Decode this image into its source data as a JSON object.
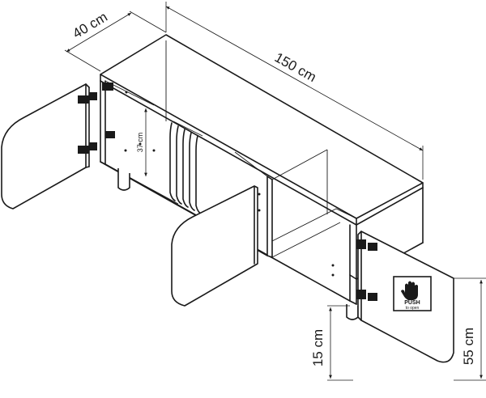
{
  "dimensions": {
    "width": "150 cm",
    "depth": "40 cm",
    "inner_height": "37 cm",
    "leg_height": "15 cm",
    "total_height": "55 cm"
  },
  "badge": {
    "title": "PUSH",
    "subtitle": "to open",
    "icon": "hand-icon"
  },
  "colors": {
    "line": "#1a1a1a",
    "background": "#ffffff"
  }
}
